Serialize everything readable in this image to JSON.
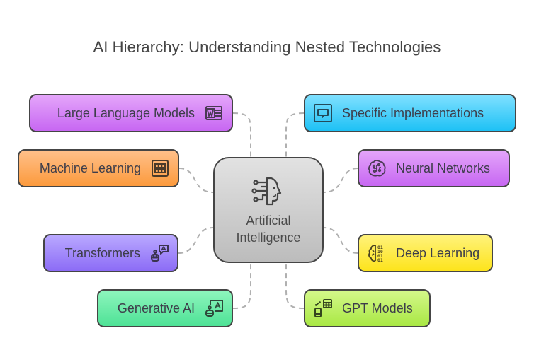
{
  "title": "AI Hierarchy: Understanding Nested Technologies",
  "center": {
    "label_line1": "Artificial",
    "label_line2": "Intelligence",
    "icon": "ai-head-circuit-icon"
  },
  "nodes": [
    {
      "id": "llm",
      "label": "Large Language Models",
      "icon": "word-document-icon",
      "side": "left",
      "color": "#d98af7"
    },
    {
      "id": "ml",
      "label": "Machine Learning",
      "icon": "grid-panel-icon",
      "side": "left",
      "color": "#fdac5e"
    },
    {
      "id": "transformers",
      "label": "Transformers",
      "icon": "robot-chat-icon",
      "side": "left",
      "color": "#a48cfb"
    },
    {
      "id": "generative",
      "label": "Generative AI",
      "icon": "robot-text-image-icon",
      "side": "left",
      "color": "#6cecaa"
    },
    {
      "id": "specific",
      "label": "Specific Implementations",
      "icon": "chat-bubble-icon",
      "side": "right",
      "color": "#4dd2fa"
    },
    {
      "id": "neural",
      "label": "Neural Networks",
      "icon": "brain-circuit-icon",
      "side": "right",
      "color": "#d98af7"
    },
    {
      "id": "deep",
      "label": "Deep Learning",
      "icon": "brain-binary-icon",
      "side": "right",
      "color": "#fdea48"
    },
    {
      "id": "gpt",
      "label": "GPT Models",
      "icon": "phone-calculator-sync-icon",
      "side": "right",
      "color": "#c0f066"
    }
  ],
  "connector_style": "dashed"
}
